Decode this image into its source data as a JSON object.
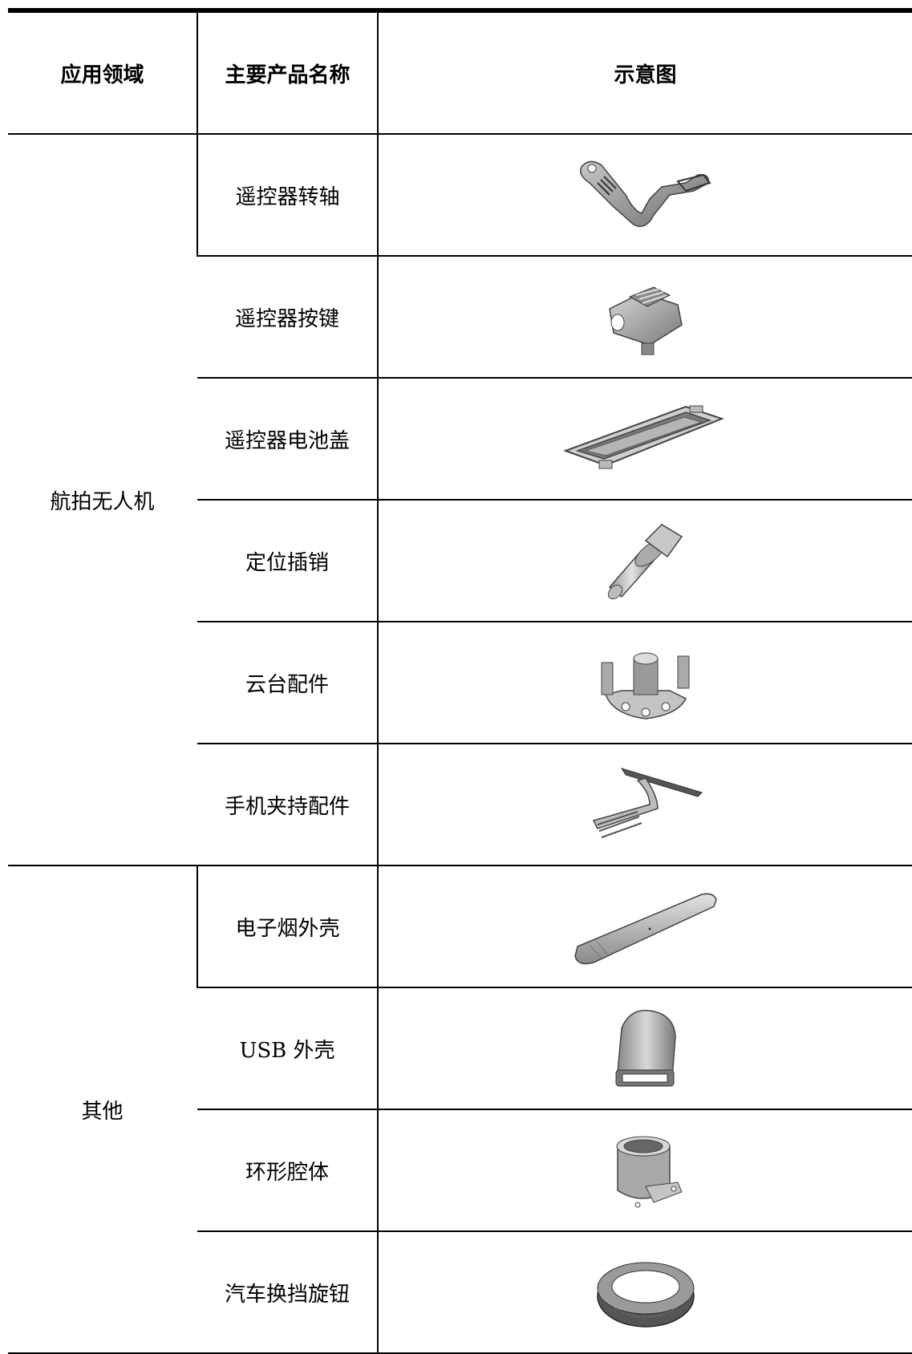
{
  "table": {
    "headers": [
      "应用领域",
      "主要产品名称",
      "示意图"
    ],
    "groups": [
      {
        "field": "航拍无人机",
        "rows": [
          {
            "product": "遥控器转轴",
            "icon": "rotating-shaft-part-icon"
          },
          {
            "product": "遥控器按键",
            "icon": "button-part-icon"
          },
          {
            "product": "遥控器电池盖",
            "icon": "battery-cover-part-icon"
          },
          {
            "product": "定位插销",
            "icon": "locating-pin-part-icon"
          },
          {
            "product": "云台配件",
            "icon": "gimbal-part-icon"
          },
          {
            "product": "手机夹持配件",
            "icon": "phone-clamp-part-icon"
          }
        ]
      },
      {
        "field": "其他",
        "rows": [
          {
            "product": "电子烟外壳",
            "icon": "e-cig-shell-part-icon"
          },
          {
            "product": "USB 外壳",
            "icon": "usb-shell-part-icon"
          },
          {
            "product": "环形腔体",
            "icon": "ring-cavity-part-icon"
          },
          {
            "product": "汽车换挡旋钮",
            "icon": "gear-knob-part-icon"
          }
        ]
      }
    ]
  }
}
